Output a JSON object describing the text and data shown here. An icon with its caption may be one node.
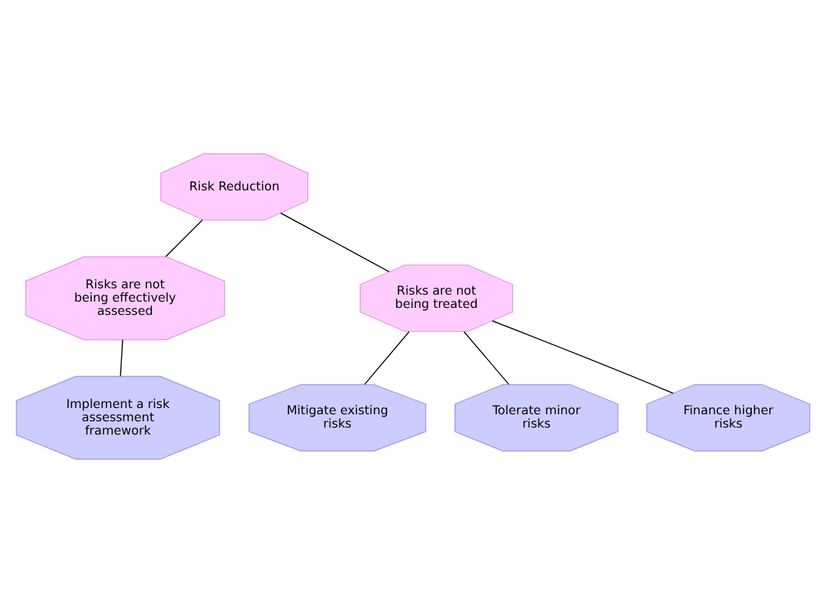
{
  "diagram": {
    "nodes": [
      {
        "text": [
          "Risk Reduction"
        ]
      },
      {
        "text": [
          "Risks are not being effectively assessed"
        ]
      },
      {
        "text": [
          "Risks are not being treated"
        ]
      },
      {
        "text": [
          "Implement a risk assessment framework"
        ]
      },
      {
        "text": [
          "Mitigate existing risks"
        ]
      },
      {
        "text": [
          "Tolerate minor risks"
        ]
      },
      {
        "text": [
          "Finance higher risks"
        ]
      }
    ],
    "edges": [
      {
        "from": 0,
        "to": 1,
        "arrow": "none"
      },
      {
        "from": 0,
        "to": 2,
        "arrow": "none"
      },
      {
        "from": 1,
        "to": 3,
        "arrow": "none"
      },
      {
        "from": 2,
        "to": 4,
        "arrow": "none"
      },
      {
        "from": 2,
        "to": 5,
        "arrow": "none"
      },
      {
        "from": 2,
        "to": 6,
        "arrow": "none"
      }
    ]
  }
}
